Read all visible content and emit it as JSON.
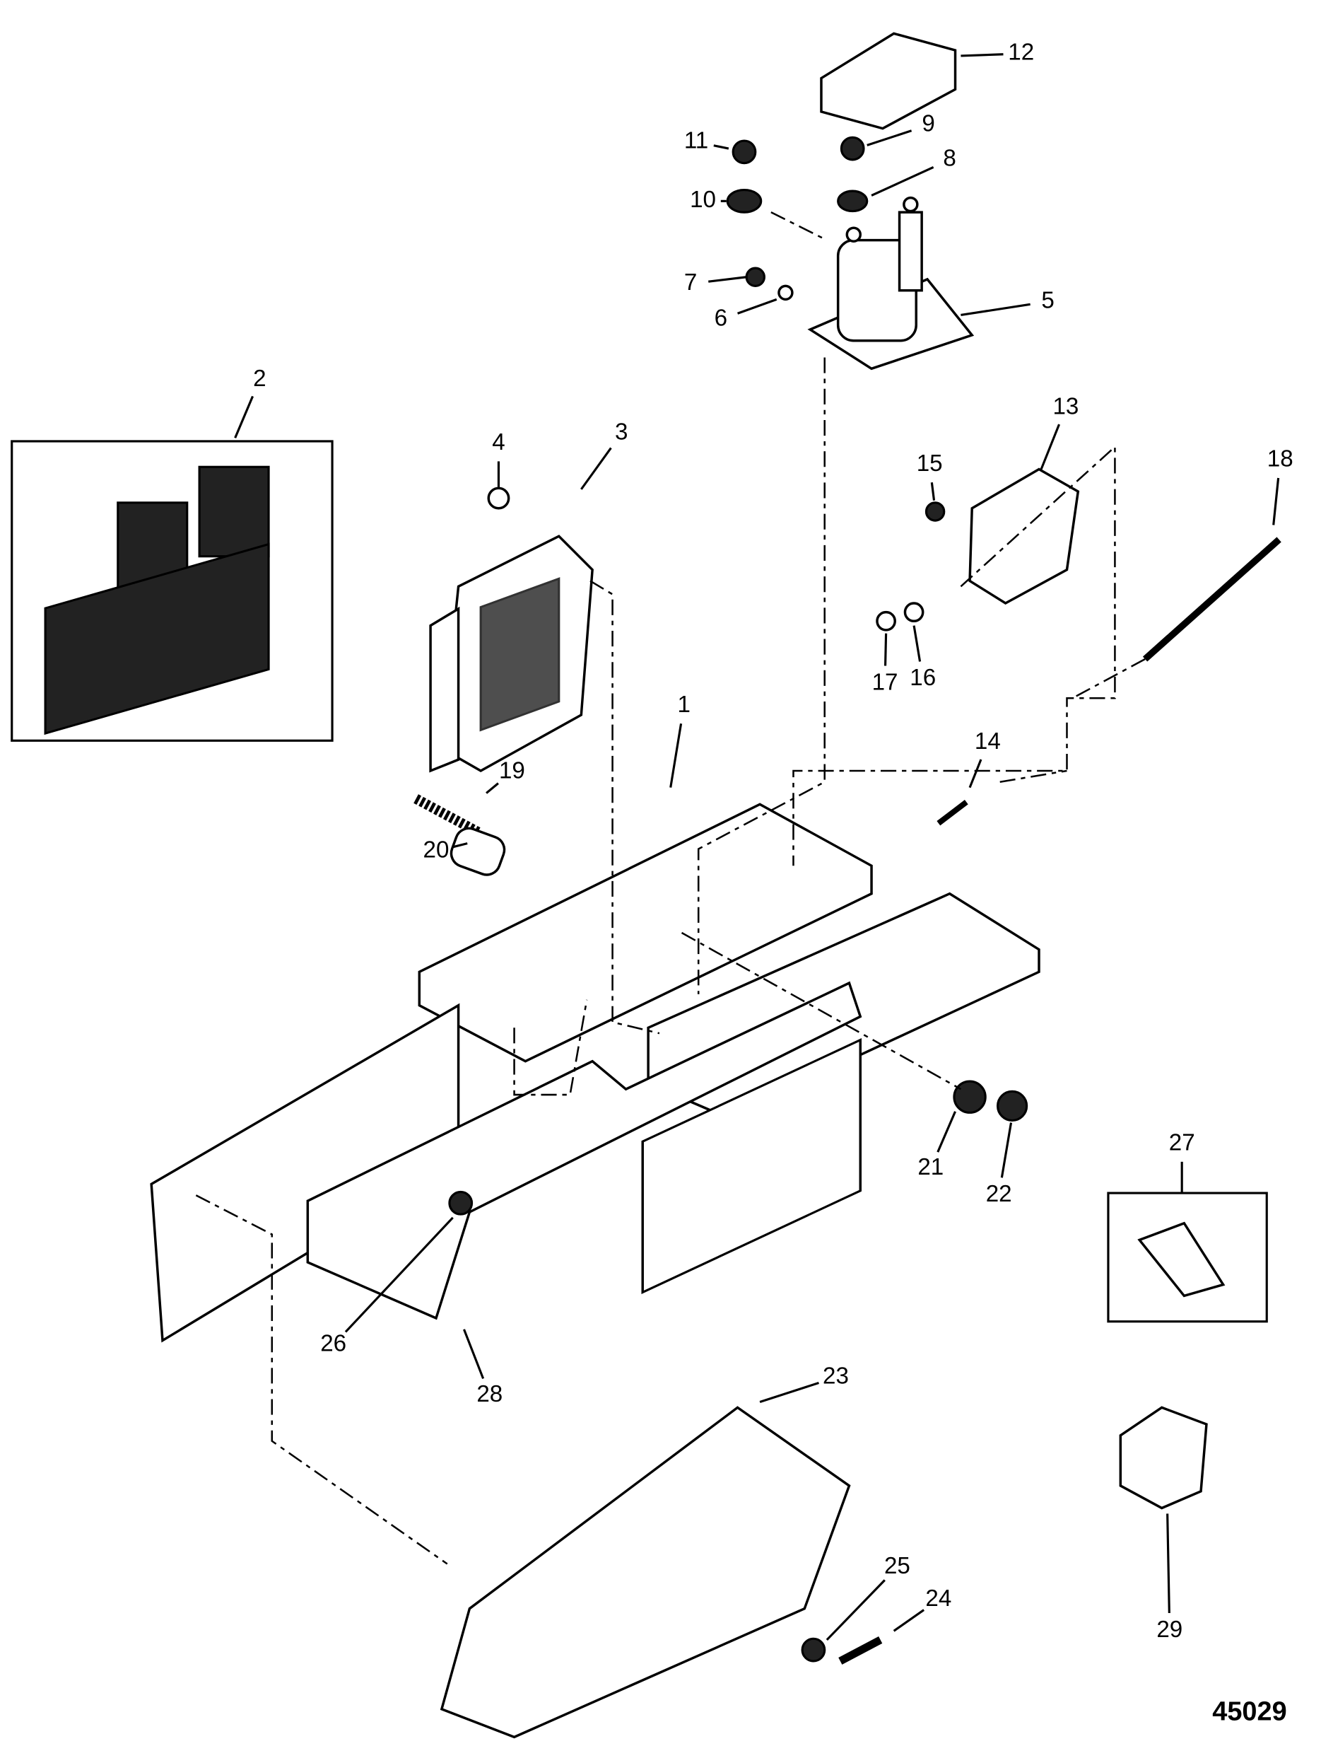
{
  "diagram": {
    "figure_number": "45029",
    "callouts": [
      "1",
      "2",
      "3",
      "4",
      "5",
      "6",
      "7",
      "8",
      "9",
      "10",
      "11",
      "12",
      "13",
      "14",
      "15",
      "16",
      "17",
      "18",
      "19",
      "20",
      "21",
      "22",
      "23",
      "24",
      "25",
      "26",
      "27",
      "28",
      "29"
    ]
  }
}
